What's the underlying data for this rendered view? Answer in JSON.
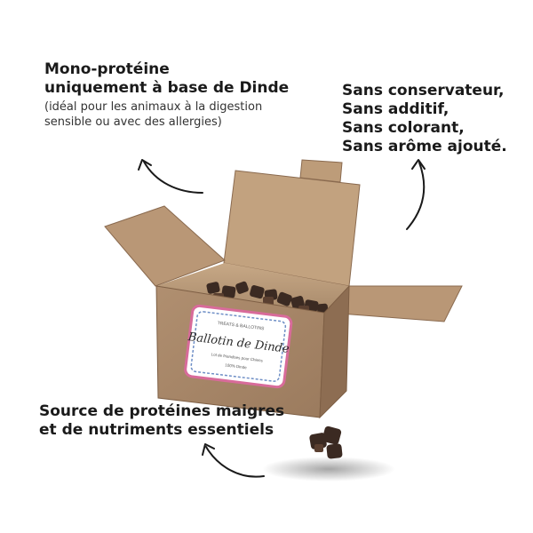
{
  "callouts": {
    "protein": {
      "title_line1": "Mono-protéine",
      "title_line2": "uniquement à base de Dinde",
      "sub_line1": "(idéal pour les animaux à la digestion",
      "sub_line2": "sensible ou avec des allergies)"
    },
    "additives": {
      "line1": "Sans conservateur,",
      "line2": "Sans additif,",
      "line3": "Sans colorant,",
      "line4": "Sans arôme ajouté."
    },
    "nutrients": {
      "line1": "Source de protéines maigres",
      "line2": "et de nutriments essentiels"
    }
  },
  "label": {
    "brand": "TREATS & BALLOTINS",
    "title": "Ballotin de Dinde",
    "subtitle": "Lot de friandises pour Chiens",
    "composition": "100% Dinde"
  },
  "colors": {
    "cardboard": "#a9876a",
    "cardboard_dark": "#8d6d52",
    "label_border_pink": "#d86b9a",
    "label_border_blue": "#6f8fc6",
    "treats": "#3b2a22"
  },
  "icons": [
    "curved-arrow-icon",
    "curved-arrow-icon",
    "curved-arrow-icon"
  ]
}
